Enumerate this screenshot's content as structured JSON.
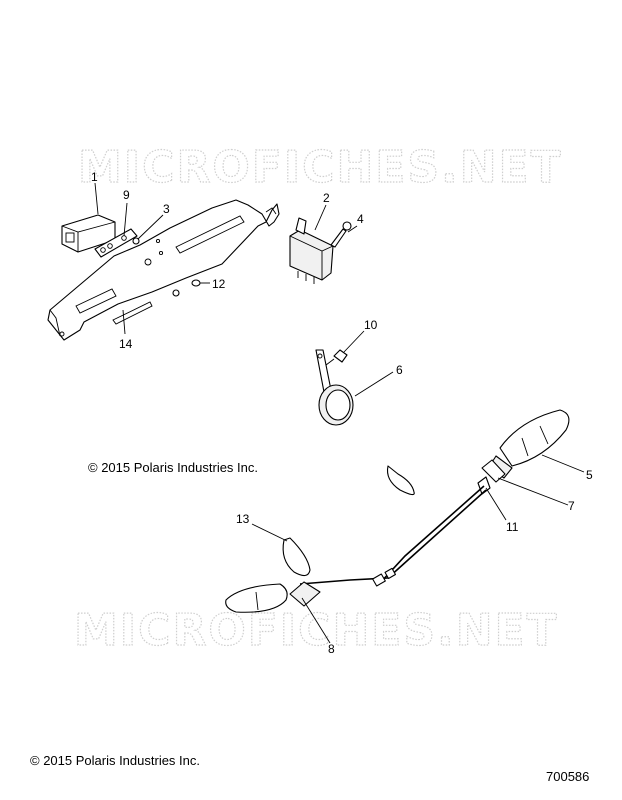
{
  "watermark": "MICROFICHES.NET",
  "copyright": "© 2015 Polaris Industries Inc.",
  "drawing_number": "700586",
  "callouts": {
    "c1": "1",
    "c2": "2",
    "c3": "3",
    "c4": "4",
    "c5": "5",
    "c6": "6",
    "c7": "7",
    "c8": "8",
    "c9": "9",
    "c10": "10",
    "c11": "11",
    "c12": "12",
    "c13": "13",
    "c14": "14"
  }
}
